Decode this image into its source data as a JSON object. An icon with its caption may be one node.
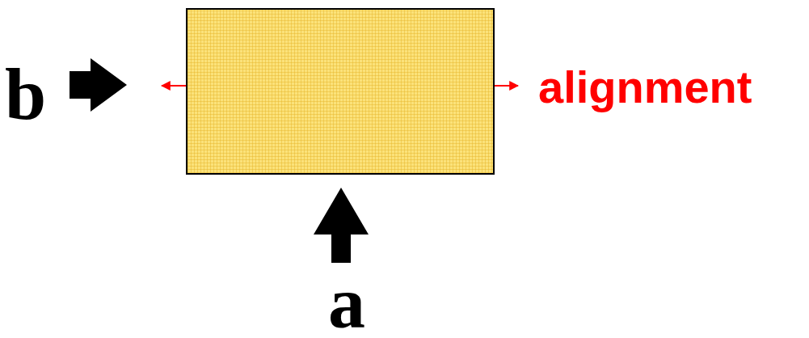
{
  "diagram": {
    "nodes": [
      {
        "text": [],
        "shape": "box"
      }
    ],
    "labels": [
      "b",
      "alignment",
      "a"
    ]
  }
}
